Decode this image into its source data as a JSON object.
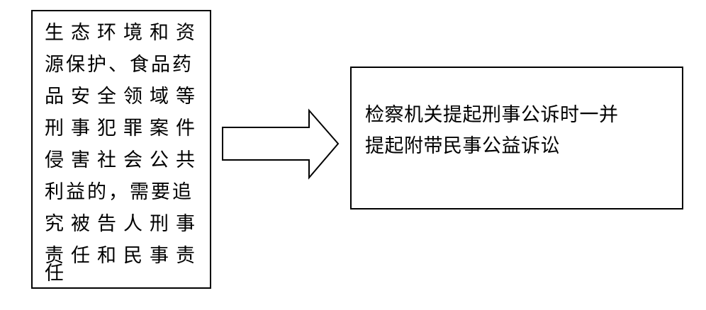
{
  "left_box": {
    "lines": [
      "生态环境和资",
      "源保护、食品药",
      "品安全领域等",
      "刑事犯罪案件",
      "侵害社会公共",
      "利益的，需要追",
      "究被告人刑事",
      "责任和民事责",
      "任"
    ]
  },
  "arrow": {
    "icon": "right-arrow-icon"
  },
  "right_box": {
    "lines": [
      "检察机关提起刑事公诉时一并",
      "提起附带民事公益诉讼"
    ]
  }
}
